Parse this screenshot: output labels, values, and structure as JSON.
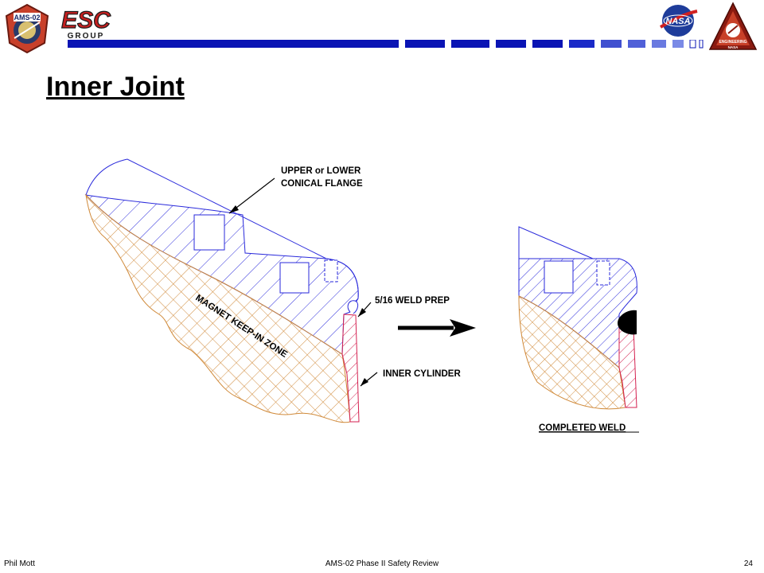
{
  "header": {
    "ams_logo_text": "AMS-02",
    "esc_logo_text": "ESC",
    "esc_logo_sub": "GROUP",
    "nasa_logo_text": "NASA",
    "engineering_logo_text": "ENGINEERING",
    "engineering_logo_sub": "NASA"
  },
  "slide": {
    "title": "Inner Joint"
  },
  "diagram": {
    "label_flange_line1": "UPPER or LOWER",
    "label_flange_line2": "CONICAL FLANGE",
    "label_weld_prep": "5/16 WELD PREP",
    "label_inner_cylinder": "INNER CYLINDER",
    "label_keep_in_zone": "MAGNET KEEP-IN ZONE",
    "label_completed_weld": "COMPLETED WELD"
  },
  "colors": {
    "flange": "#2a2adb",
    "keep_in_zone": "#d08a3a",
    "cylinder": "#d42050",
    "bar_dark": "#0a14b4",
    "bar_light": "#6a7ae0"
  },
  "footer": {
    "author": "Phil Mott",
    "review": "AMS-02 Phase II Safety Review",
    "page": "24"
  }
}
